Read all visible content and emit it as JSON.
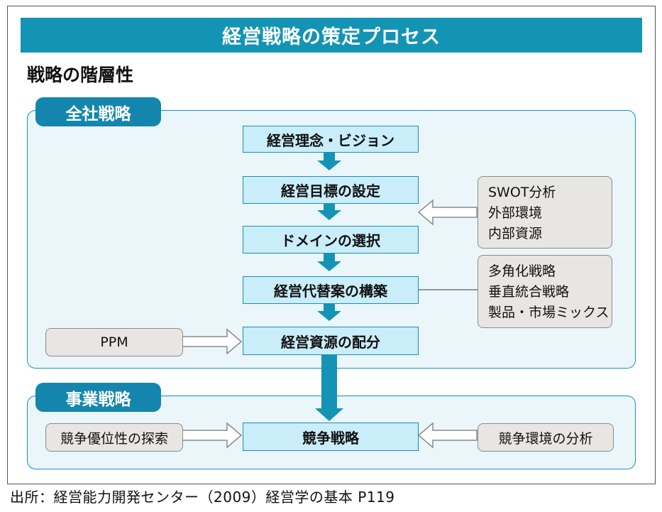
{
  "title": "経営戦略の策定プロセス",
  "subtitle": "戦略の階層性",
  "corporate": {
    "label": "全社戦略",
    "steps": [
      "経営理念・ビジョン",
      "経営目標の設定",
      "ドメインの選択",
      "経営代替案の構築",
      "経営資源の配分"
    ]
  },
  "business": {
    "label": "事業戦略",
    "step": "競争戦略"
  },
  "side": {
    "swot": [
      "SWOT分析",
      "外部環境",
      "内部資源"
    ],
    "alternatives": [
      "多角化戦略",
      "垂直統合戦略",
      "製品・市場ミックス"
    ],
    "ppm": "PPM",
    "advantage": "競争優位性の探索",
    "environment": "競争環境の分析"
  },
  "source": "出所：経営能力開発センター（2009）経営学の基本 P119",
  "colors": {
    "accent": "#1394b5",
    "box_fill": "#c9edf9",
    "panel_fill": "#ebf6fb",
    "side_fill": "#e7e6e2"
  }
}
